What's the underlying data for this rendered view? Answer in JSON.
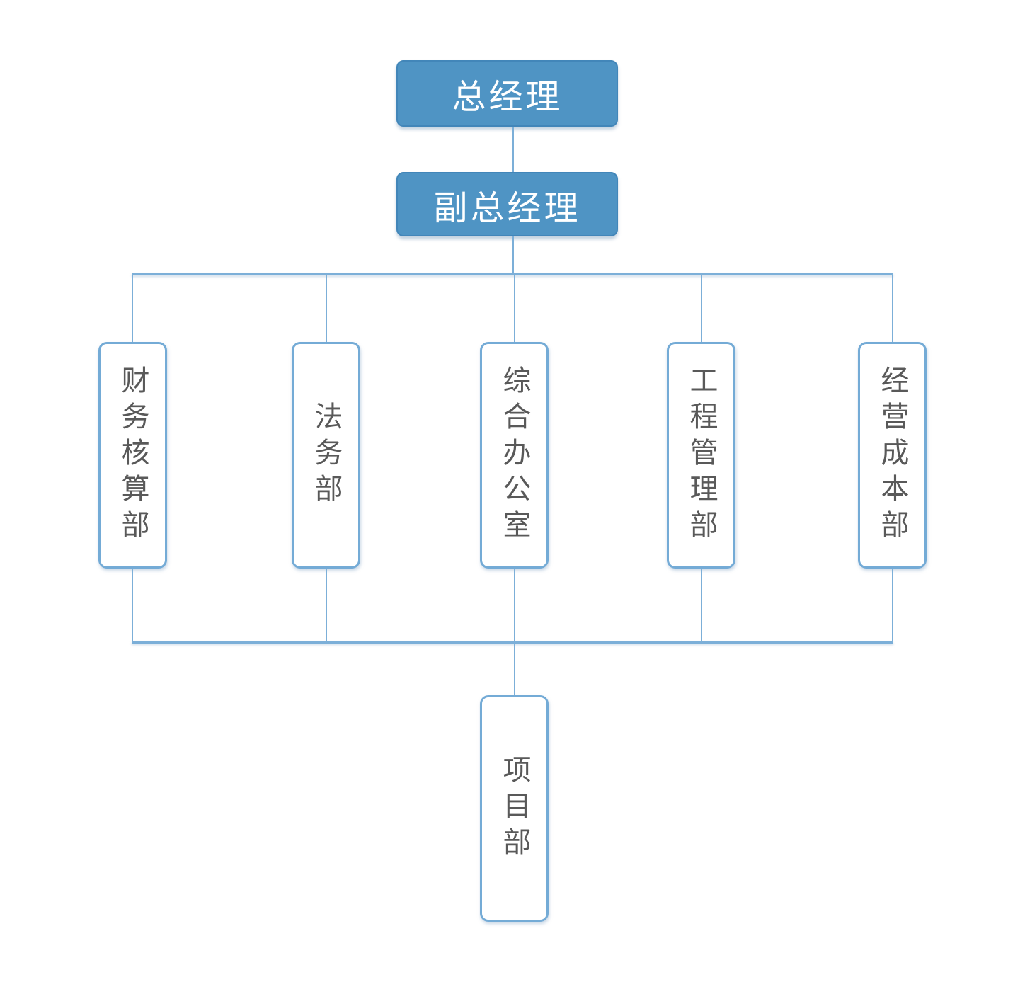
{
  "colors": {
    "node_fill": "#4f94c4",
    "node_fill_border": "#4286b9",
    "node_border": "#74abd6",
    "line": "#7cafd8",
    "text_dark": "#595959",
    "text_light": "#ffffff"
  },
  "org_chart": {
    "root": {
      "label": "总经理"
    },
    "deputy": {
      "label": "副总经理"
    },
    "departments": [
      {
        "label": "财务核算部"
      },
      {
        "label": "法务部"
      },
      {
        "label": "综合办公室"
      },
      {
        "label": "工程管理部"
      },
      {
        "label": "经营成本部"
      }
    ],
    "project": {
      "label": "项目部"
    }
  }
}
